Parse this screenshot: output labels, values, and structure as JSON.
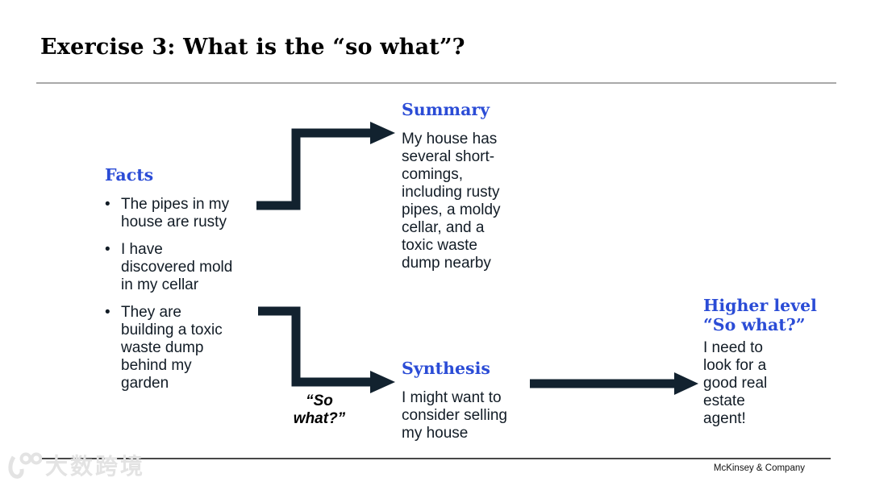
{
  "slide": {
    "title": "Exercise 3: What is the “so what”?"
  },
  "facts": {
    "heading": "Facts",
    "bullet_char": "•",
    "bullets": [
      "The pipes in my\nhouse are rusty",
      "I have\ndiscovered mold\nin my cellar",
      "They are\nbuilding a toxic\nwaste dump\nbehind my\ngarden"
    ]
  },
  "summary": {
    "heading": "Summary",
    "body": "My house has\nseveral short-\ncomings,\nincluding rusty\npipes, a moldy\ncellar, and a\ntoxic waste\ndump nearby"
  },
  "synthesis": {
    "heading": "Synthesis",
    "body": "I might want to\nconsider selling\nmy house"
  },
  "so_what_label": "“So\nwhat?”",
  "higher": {
    "heading": "Higher level\n“So what?”",
    "body": "I need to\nlook for a\ngood real\nestate\nagent!"
  },
  "footer": {
    "brand": "McKinsey & Company",
    "watermark": "大数跨境"
  },
  "colors": {
    "accent_blue": "#2b4cd6",
    "dark_navy": "#12222f",
    "body_text": "#121c26",
    "rule_top": "#a9a9a9",
    "rule_bottom": "#474747",
    "watermark_gray": "#e3e3e3"
  }
}
